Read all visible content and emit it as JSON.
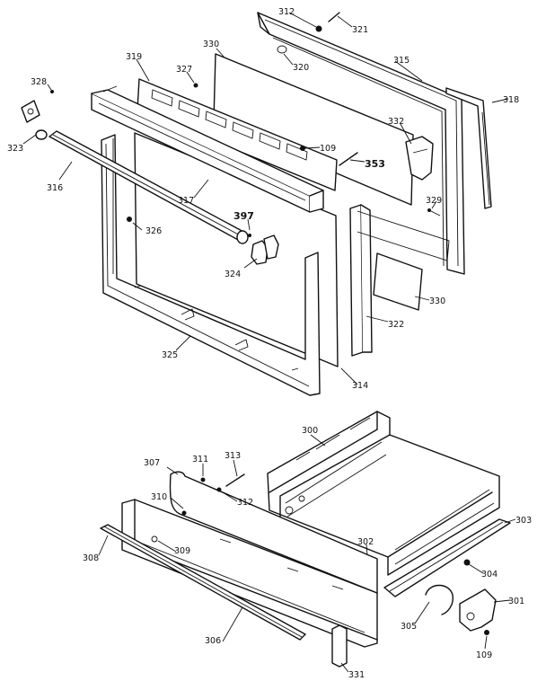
{
  "callouts": {
    "p312a": "312",
    "p321": "321",
    "p330a": "330",
    "p315": "315",
    "p319": "319",
    "p327": "327",
    "p320": "320",
    "p318": "318",
    "p328a": "328",
    "p332": "332",
    "p323": "323",
    "p109a": "109",
    "p353": "353",
    "p316": "316",
    "p317": "317",
    "p329": "329",
    "p397": "397",
    "p326": "326",
    "p324": "324",
    "p330b": "330",
    "p322": "322",
    "p325": "325",
    "p314": "314",
    "p300": "300",
    "p307": "307",
    "p311": "311",
    "p313": "313",
    "p310": "310",
    "p312b": "312",
    "p303": "303",
    "p308": "308",
    "p309": "309",
    "p302": "302",
    "p304": "304",
    "p301": "301",
    "p305": "305",
    "p306": "306",
    "p109b": "109",
    "p331": "331"
  }
}
